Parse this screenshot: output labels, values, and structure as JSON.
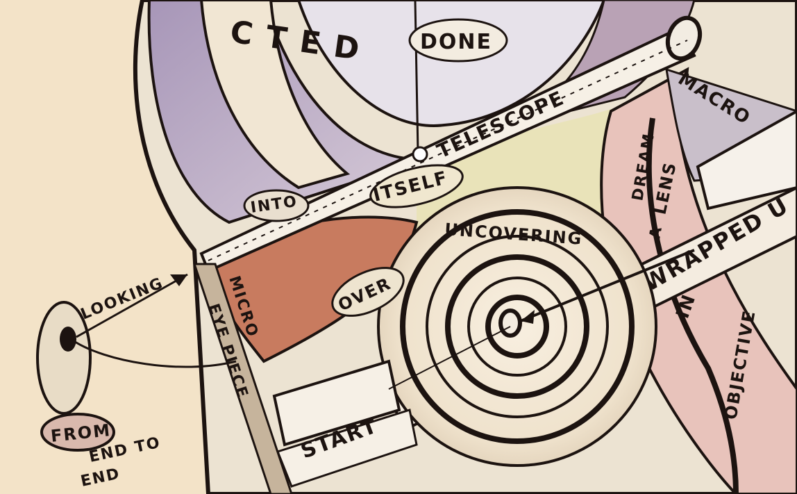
{
  "drawing": {
    "words": {
      "done": "DONE",
      "telescope": "TELESCOPE",
      "macro": "MACRO",
      "into": "INTO",
      "itself": "ITSELF",
      "uncovering": "UNCOVERING",
      "micro": "MICRO",
      "eyepiece": "EYE PIECE",
      "over": "OVER",
      "looking": "LOOKING",
      "dream": "DREAM",
      "a": "A",
      "lens": "LENS",
      "wrapped": "WRAPPED U",
      "in": "IN",
      "objective": "OBJECTIVE",
      "start": "START",
      "from": "FROM",
      "end_to": "END TO",
      "end": "END",
      "cted": "C T E D"
    },
    "colors": {
      "paper": "#f3e3c8",
      "ink": "#1c1310",
      "lavender": "#b8a6c4",
      "rust": "#c0705a",
      "pink": "#e8c3bb",
      "cream": "#f4ead7",
      "olive": "#d9d29a"
    }
  }
}
